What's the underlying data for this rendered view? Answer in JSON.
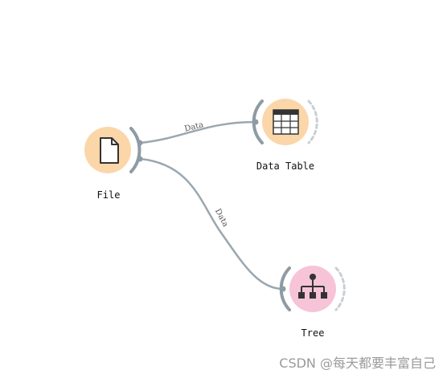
{
  "workflow": {
    "nodes": [
      {
        "id": "file",
        "label": "File",
        "icon": "document-icon",
        "color": "#fbd6a8"
      },
      {
        "id": "data_table",
        "label": "Data Table",
        "icon": "table-icon",
        "color": "#fbd6a8"
      },
      {
        "id": "tree",
        "label": "Tree",
        "icon": "tree-icon",
        "color": "#f6c4d6"
      }
    ],
    "links": [
      {
        "from": "file",
        "to": "data_table",
        "label": "Data"
      },
      {
        "from": "file",
        "to": "tree",
        "label": "Data"
      }
    ],
    "link_color": "#9aa7b0"
  },
  "watermark": "CSDN @每天都要丰富自己"
}
